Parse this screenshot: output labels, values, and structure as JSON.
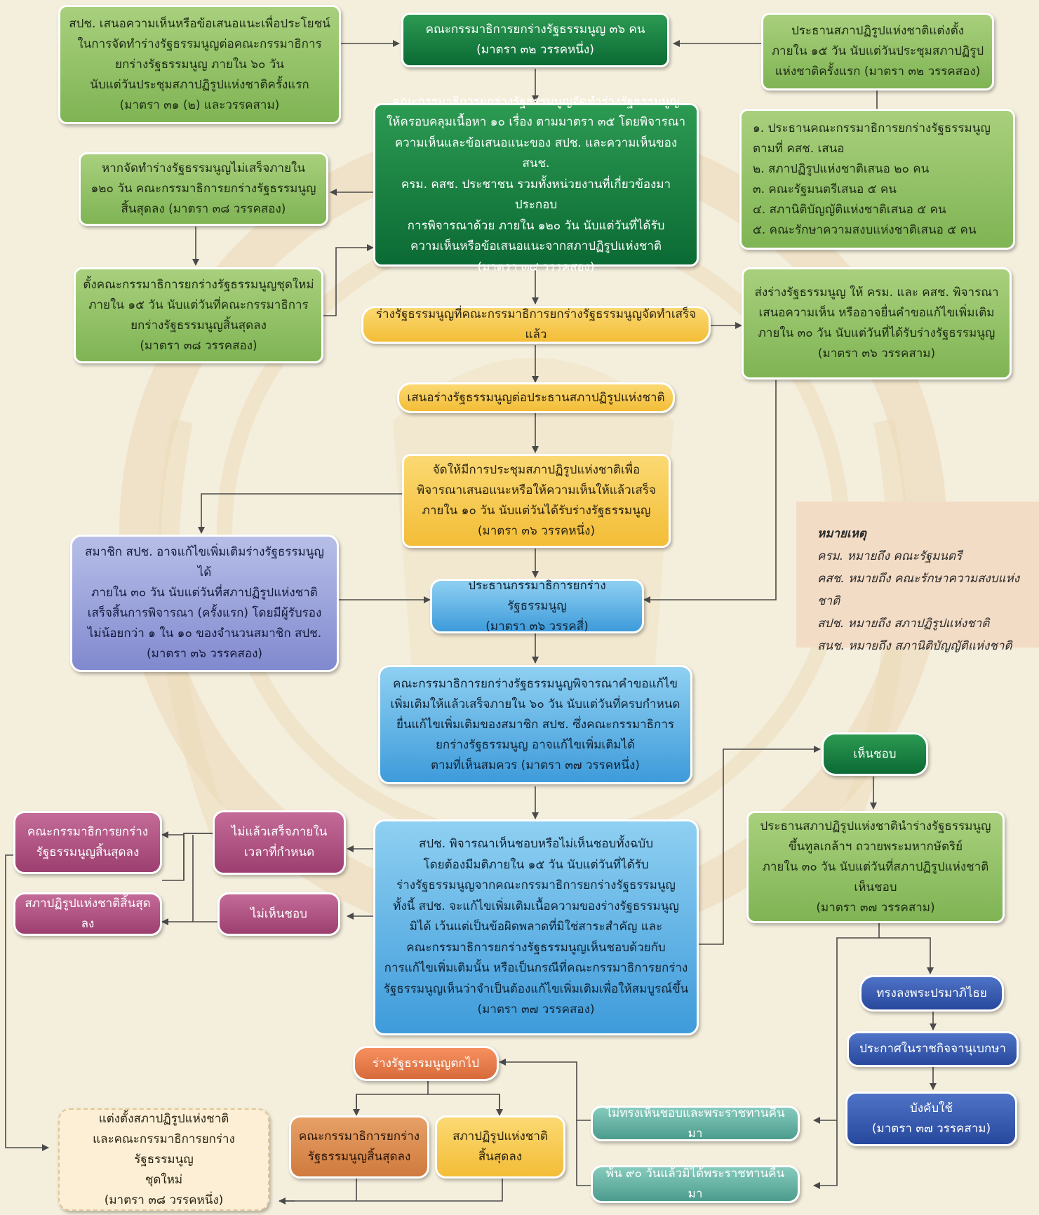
{
  "colors": {
    "background": "#f4eedc",
    "light_green": "#7fb454",
    "dark_green": "#0b6a34",
    "yellow": "#f3bd37",
    "blue": "#3e9bda",
    "purple": "#8189cf",
    "magenta": "#9c3f70",
    "navy": "#27489d",
    "teal": "#4b9c8d",
    "orange": "#d07a3e",
    "salmon": "#d86a3a",
    "cream": "#fcefd6",
    "note_bg": "#f3dcc5",
    "arrow": "#4a4a4a"
  },
  "nodes": {
    "spch_recommend": "สปช. เสนอความเห็นหรือข้อเสนอแนะเพื่อประโยชน์\nในการจัดทำร่างรัฐธรรมนูญต่อคณะกรรมาธิการ\nยกร่างรัฐธรรมนูญ ภายใน ๖๐ วัน\nนับแต่วันประชุมสภาปฏิรูปแห่งชาติครั้งแรก\n(มาตรา ๓๑ (๒) และวรรคสาม)",
    "committee36": "คณะกรรมาธิการยกร่างรัฐธรรมนูญ ๓๖ คน\n(มาตรา ๓๒ วรรคหนึ่ง)",
    "president_appoint": "ประธานสภาปฏิรูปแห่งชาติแต่งตั้ง\nภายใน ๑๕ วัน นับแต่วันประชุมสภาปฏิรูป\nแห่งชาติครั้งแรก (มาตรา ๓๒ วรรคสอง)",
    "composition": "๑. ประธานคณะกรรมาธิการยกร่างรัฐธรรมนูญ\nตามที่ คสช. เสนอ\n๒. สภาปฏิรูปแห่งชาติเสนอ ๒๐ คน\n๓. คณะรัฐมนตรีเสนอ ๕ คน\n๔. สภานิติบัญญัติแห่งชาติเสนอ ๕ คน\n๕. คณะรักษาความสงบแห่งชาติเสนอ ๕ คน",
    "drafting": "คณะกรรมาธิการยกร่างรัฐธรรมนูญจัดทำร่างรัฐธรรมนูญ\nให้ครอบคลุมเนื้อหา ๑๐ เรื่อง ตามมาตรา ๓๕ โดยพิจารณา\nความเห็นและข้อเสนอแนะของ สปช. และความเห็นของ สนช.\nครม. คสช. ประชาชน รวมทั้งหน่วยงานที่เกี่ยวข้องมาประกอบ\nการพิจารณาด้วย ภายใน ๑๒๐ วัน นับแต่วันที่ได้รับ\nความเห็นหรือข้อเสนอแนะจากสภาปฏิรูปแห่งชาติ\n(มาตรา ๓๔ วรรคสอง)",
    "not_done_120": "หากจัดทำร่างรัฐธรรมนูญไม่เสร็จภายใน\n๑๒๐ วัน คณะกรรมาธิการยกร่างรัฐธรรมนูญ\nสิ้นสุดลง (มาตรา ๓๘ วรรคสอง)",
    "new_committee": "ตั้งคณะกรรมาธิการยกร่างรัฐธรรมนูญชุดใหม่\nภายใน ๑๕ วัน นับแต่วันที่คณะกรรมาธิการ\nยกร่างรัฐธรรมนูญสิ้นสุดลง\n(มาตรา ๓๘ วรรคสอง)",
    "draft_done": "ร่างรัฐธรรมนูญที่คณะกรรมาธิการยกร่างรัฐธรรมนูญจัดทำเสร็จแล้ว",
    "send_cabinet": "ส่งร่างรัฐธรรมนูญ ให้ ครม. และ คสช. พิจารณา\nเสนอความเห็น หรืออาจยื่นคำขอแก้ไขเพิ่มเติม\nภายใน ๓๐ วัน นับแต่วันที่ได้รับร่างรัฐธรรมนูญ\n(มาตรา ๓๖ วรรคสาม)",
    "propose_president": "เสนอร่างรัฐธรรมนูญต่อประธานสภาปฏิรูปแห่งชาติ",
    "meeting": "จัดให้มีการประชุมสภาปฏิรูปแห่งชาติเพื่อ\nพิจารณาเสนอแนะหรือให้ความเห็นให้แล้วเสร็จ\nภายใน ๑๐ วัน นับแต่วันได้รับร่างรัฐธรรมนูญ\n(มาตรา ๓๖ วรรคหนึ่ง)",
    "member_amend": "สมาชิก สปช. อาจแก้ไขเพิ่มเติมร่างรัฐธรรมนูญได้\nภายใน ๓๐ วัน นับแต่วันที่สภาปฏิรูปแห่งชาติ\nเสร็จสิ้นการพิจารณา (ครั้งแรก) โดยมีผู้รับรอง\nไม่น้อยกว่า ๑ ใน ๑๐ ของจำนวนสมาชิก สปช.\n(มาตรา ๓๖ วรรคสอง)",
    "chair_committee": "ประธานกรรมาธิการยกร่างรัฐธรรมนูญ\n(มาตรา ๓๖ วรรคสี่)",
    "consider_amend": "คณะกรรมาธิการยกร่างรัฐธรรมนูญพิจารณาคำขอแก้ไข\nเพิ่มเติมให้แล้วเสร็จภายใน ๖๐ วัน นับแต่วันที่ครบกำหนด\nยื่นแก้ไขเพิ่มเติมของสมาชิก สปช. ซึ่งคณะกรรมาธิการ\nยกร่างรัฐธรรมนูญ อาจแก้ไขเพิ่มเติมได้\nตามที่เห็นสมควร (มาตรา ๓๗ วรรคหนึ่ง)",
    "approve": "เห็นชอบ",
    "present_king": "ประธานสภาปฏิรูปแห่งชาตินำร่างรัฐธรรมนูญ\nขึ้นทูลเกล้าฯ ถวายพระมหากษัตริย์\nภายใน ๓๐ วัน นับแต่วันที่สภาปฏิรูปแห่งชาติ\nเห็นชอบ\n(มาตรา ๓๗ วรรคสาม)",
    "spch_vote": "สปช. พิจารณาเห็นชอบหรือไม่เห็นชอบทั้งฉบับ\nโดยต้องมีมติภายใน ๑๕ วัน นับแต่วันที่ได้รับ\nร่างรัฐธรรมนูญจากคณะกรรมาธิการยกร่างรัฐธรรมนูญ\nทั้งนี้ สปช. จะแก้ไขเพิ่มเติมเนื้อความของร่างรัฐธรรมนูญ\nมิได้ เว้นแต่เป็นข้อผิดพลาดที่มิใช่สาระสำคัญ และ\nคณะกรรมาธิการยกร่างรัฐธรรมนูญเห็นชอบด้วยกับ\nการแก้ไขเพิ่มเติมนั้น หรือเป็นกรณีที่คณะกรรมาธิการยกร่าง\nรัฐธรรมนูญเห็นว่าจำเป็นต้องแก้ไขเพิ่มเติมเพื่อให้สมบูรณ์ขึ้น\n(มาตรา ๓๗ วรรคสอง)",
    "not_in_time": "ไม่แล้วเสร็จภายใน\nเวลาที่กำหนด",
    "disapprove": "ไม่เห็นชอบ",
    "committee_end": "คณะกรรมาธิการยกร่าง\nรัฐธรรมนูญสิ้นสุดลง",
    "council_end": "สภาปฏิรูปแห่งชาติสิ้นสุดลง",
    "sign": "ทรงลงพระปรมาภิไธย",
    "gazette": "ประกาศในราชกิจจานุเบกษา",
    "enforce": "บังคับใช้\n(มาตรา ๓๗ วรรคสาม)",
    "draft_falls": "ร่างรัฐธรรมนูญตกไป",
    "king_reject": "ไม่ทรงเห็นชอบและพระราชทานคืนมา",
    "ninety_days": "พ้น ๙๐ วันแล้วมิได้พระราชทานคืนมา",
    "committee_end2": "คณะกรรมาธิการยกร่าง\nรัฐธรรมนูญสิ้นสุดลง",
    "council_end2": "สภาปฏิรูปแห่งชาติ\nสิ้นสุดลง",
    "reappoint": "แต่งตั้งสภาปฏิรูปแห่งชาติ\nและคณะกรรมาธิการยกร่างรัฐธรรมนูญ\nชุดใหม่\n(มาตรา ๓๘ วรรคหนึ่ง)"
  },
  "legend": {
    "title": "หมายเหตุ",
    "items": [
      "ครม. หมายถึง คณะรัฐมนตรี",
      "คสช. หมายถึง คณะรักษาความสงบแห่งชาติ",
      "สปช. หมายถึง สภาปฏิรูปแห่งชาติ",
      "สนช. หมายถึง สภานิติบัญญัติแห่งชาติ"
    ]
  }
}
